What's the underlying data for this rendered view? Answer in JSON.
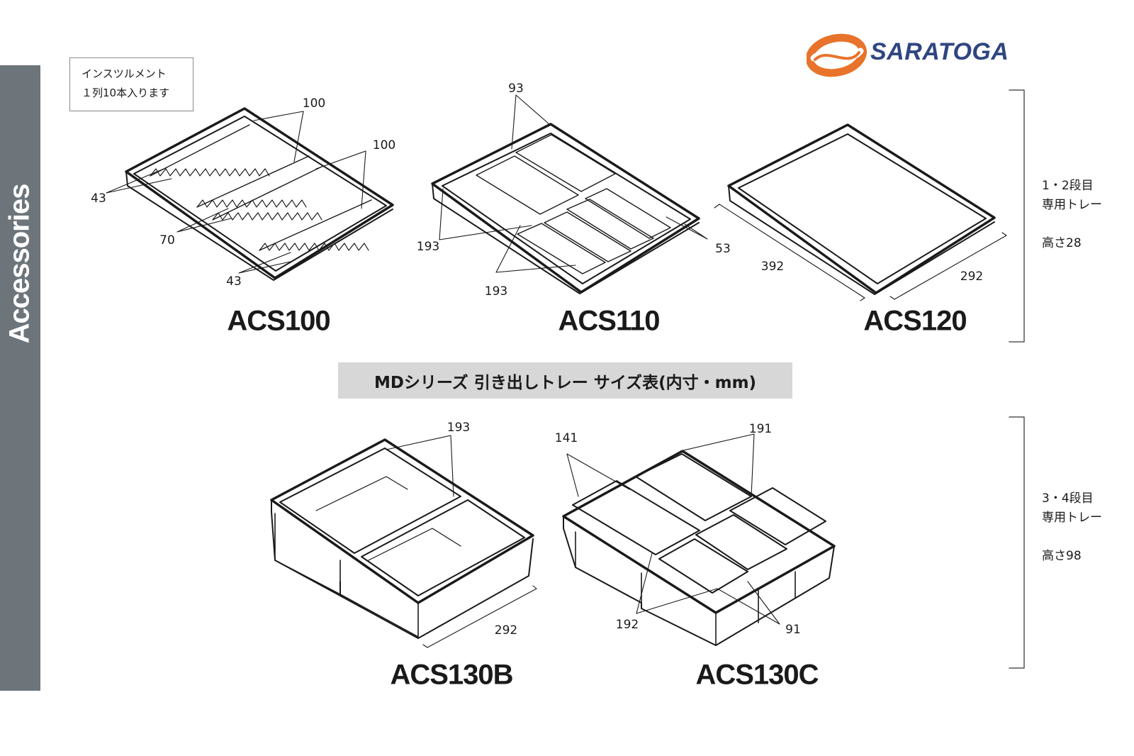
{
  "sidebar": {
    "label": "Accessories"
  },
  "logo": {
    "text": "SARATOGA",
    "color": "#e8732a",
    "text_color": "#2f4680"
  },
  "note": {
    "line1": "インスツルメント",
    "line2": "１列10本入ります"
  },
  "banner": {
    "text": "MDシリーズ 引き出しトレー サイズ表(内寸・mm)"
  },
  "groups": [
    {
      "line1": "1・2段目",
      "line2": "専用トレー",
      "height": "高さ28"
    },
    {
      "line1": "3・4段目",
      "line2": "専用トレー",
      "height": "高さ98"
    }
  ],
  "products": [
    {
      "model": "ACS100",
      "dims": [
        "100",
        "100",
        "43",
        "70",
        "43"
      ]
    },
    {
      "model": "ACS110",
      "dims": [
        "93",
        "193",
        "193",
        "53"
      ]
    },
    {
      "model": "ACS120",
      "dims": [
        "392",
        "292"
      ]
    },
    {
      "model": "ACS130B",
      "dims": [
        "193",
        "292"
      ]
    },
    {
      "model": "ACS130C",
      "dims": [
        "141",
        "191",
        "192",
        "91"
      ]
    }
  ]
}
